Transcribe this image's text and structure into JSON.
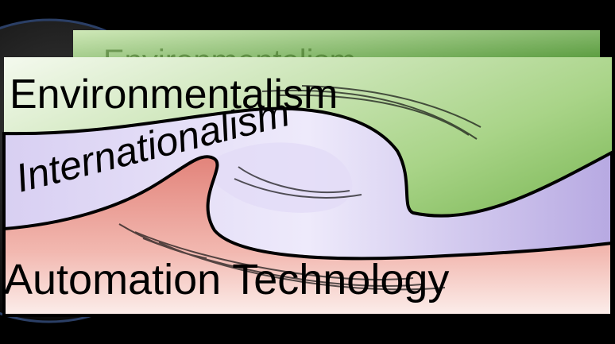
{
  "labels": {
    "back_title": "Environmentalism",
    "top": "Environmentalism",
    "middle": "Internationalism",
    "bottom": "Automation Technology"
  },
  "colors": {
    "background": "#000000",
    "green_light": "#eef6e6",
    "green_dark": "#5aa030",
    "purple_light": "#f0eefa",
    "purple_mid": "#c0b4e6",
    "red_light": "#fbe9e6",
    "red_mid": "#e8938a",
    "outline": "#000000",
    "ring_edge": "#3c5a8c"
  }
}
